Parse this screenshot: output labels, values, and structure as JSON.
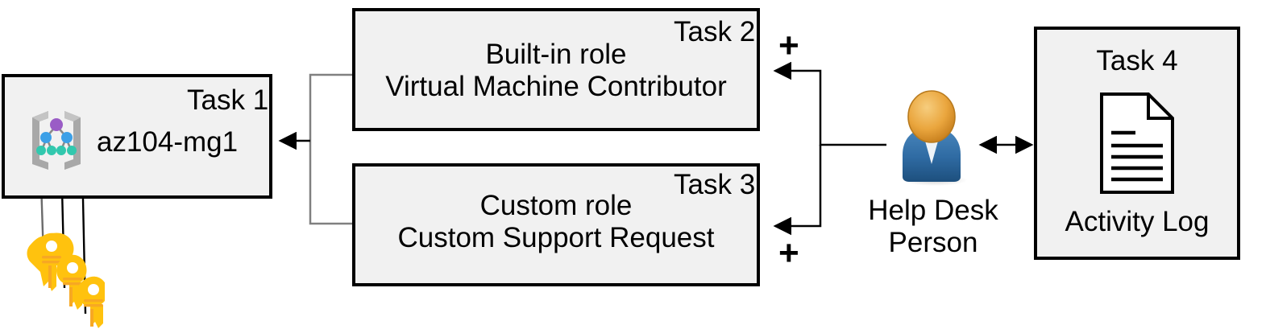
{
  "diagram": {
    "title": "Azure RBAC task diagram",
    "background_color": "#ffffff",
    "box_fill": "#f1f1f1",
    "box_border": "#000000",
    "accent_colors": {
      "key_yellow": "#ffc20e",
      "key_orange": "#f7a823",
      "person_head": "#e8a33d",
      "person_body": "#2e6da4",
      "mg_root": "#9a5cc6",
      "mg_mid": "#3ca0e7",
      "mg_leaf": "#32c8ae",
      "mg_bracket": "#a0a0a0"
    }
  },
  "nodes": {
    "task1": {
      "task_label": "Task 1",
      "name": "az104-mg1",
      "icon": "management-group-icon"
    },
    "task2": {
      "task_label": "Task 2",
      "line1": "Built-in role",
      "line2": "Virtual Machine Contributor"
    },
    "task3": {
      "task_label": "Task 3",
      "line1": "Custom role",
      "line2": "Custom Support Request"
    },
    "task4": {
      "task_label": "Task 4",
      "caption": "Activity Log",
      "icon": "document-icon"
    },
    "person": {
      "line1": "Help Desk",
      "line2": "Person",
      "icon": "user-icon"
    },
    "keys": {
      "icon": "keys-icon",
      "count": 3
    }
  },
  "operators": {
    "plus_top": "+",
    "plus_bottom": "+"
  },
  "connectors": [
    {
      "name": "task2-to-task1",
      "from": "task2",
      "to": "task1",
      "style": "elbow-arrow"
    },
    {
      "name": "task3-to-task1",
      "from": "task3",
      "to": "task1",
      "style": "elbow-arrow"
    },
    {
      "name": "person-to-task2",
      "from": "person",
      "to": "task2",
      "style": "elbow-arrow"
    },
    {
      "name": "person-to-task3",
      "from": "person",
      "to": "task3",
      "style": "elbow-arrow"
    },
    {
      "name": "person-to-task4",
      "from": "person",
      "to": "task4",
      "style": "double-arrow"
    },
    {
      "name": "keys-to-task1",
      "from": "keys",
      "to": "task1",
      "style": "three-arrows-up"
    }
  ]
}
